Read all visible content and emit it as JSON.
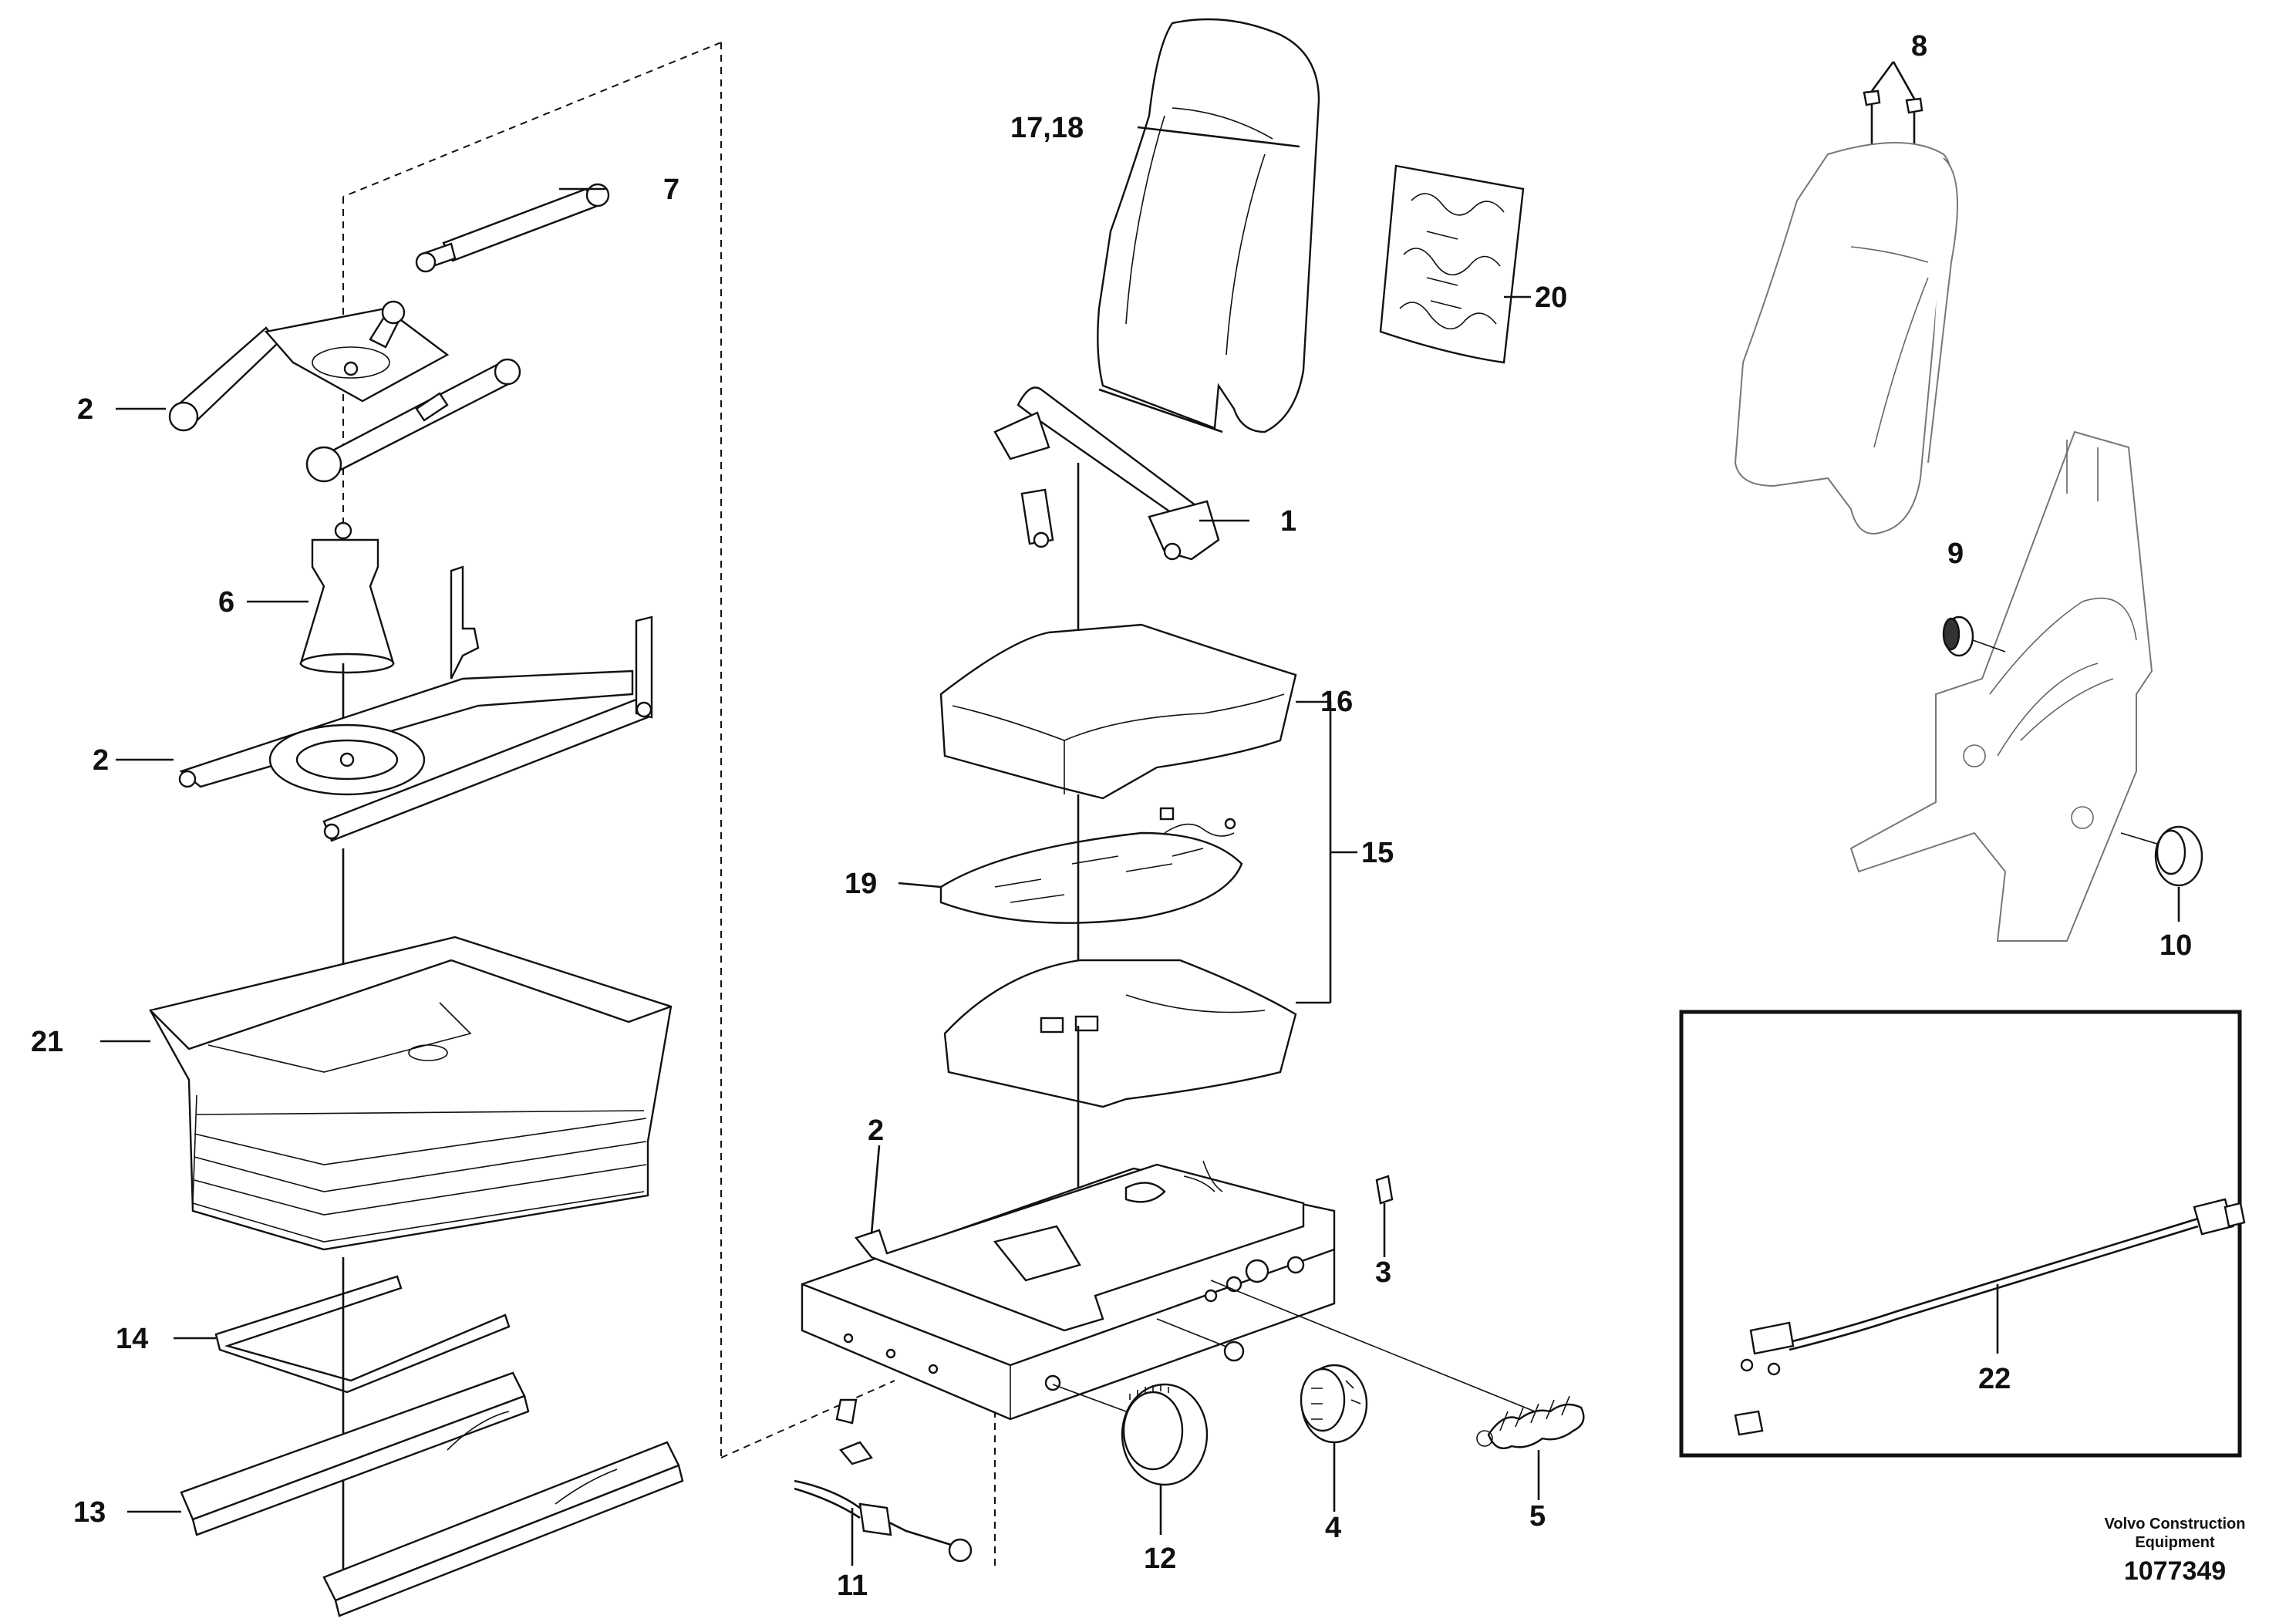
{
  "diagram": {
    "labels": [
      {
        "id": "p1",
        "text": "1"
      },
      {
        "id": "p2a",
        "text": "2"
      },
      {
        "id": "p2b",
        "text": "2"
      },
      {
        "id": "p2c",
        "text": "2"
      },
      {
        "id": "p3",
        "text": "3"
      },
      {
        "id": "p4",
        "text": "4"
      },
      {
        "id": "p5",
        "text": "5"
      },
      {
        "id": "p6",
        "text": "6"
      },
      {
        "id": "p7",
        "text": "7"
      },
      {
        "id": "p8",
        "text": "8"
      },
      {
        "id": "p9",
        "text": "9"
      },
      {
        "id": "p10",
        "text": "10"
      },
      {
        "id": "p11",
        "text": "11"
      },
      {
        "id": "p12",
        "text": "12"
      },
      {
        "id": "p13",
        "text": "13"
      },
      {
        "id": "p14",
        "text": "14"
      },
      {
        "id": "p15",
        "text": "15"
      },
      {
        "id": "p16",
        "text": "16"
      },
      {
        "id": "p1718",
        "text": "17,18"
      },
      {
        "id": "p19",
        "text": "19"
      },
      {
        "id": "p20",
        "text": "20"
      },
      {
        "id": "p21",
        "text": "21"
      },
      {
        "id": "p22",
        "text": "22"
      }
    ],
    "brand_line1": "Volvo Construction",
    "brand_line2": "Equipment",
    "document_number": "1077349"
  }
}
